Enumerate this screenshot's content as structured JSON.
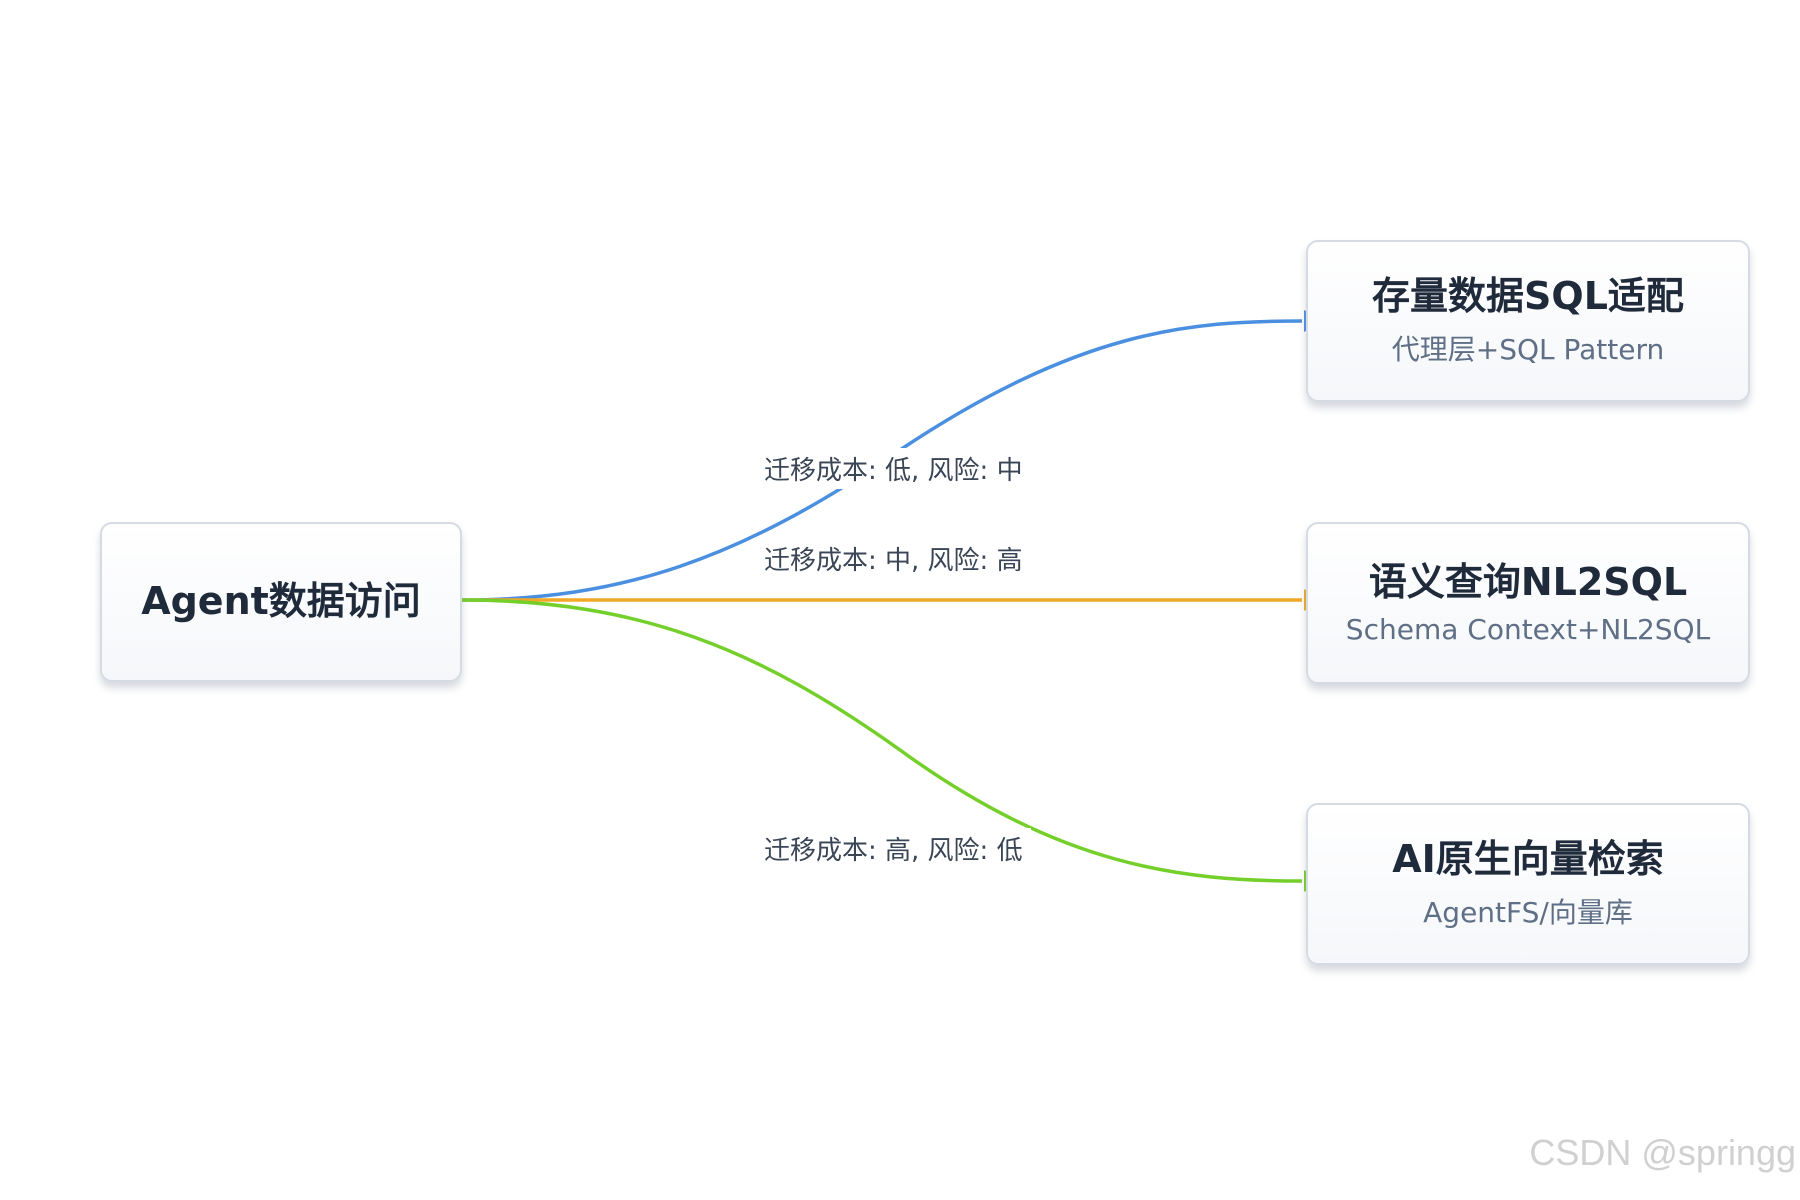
{
  "diagram": {
    "source": {
      "title": "Agent数据访问"
    },
    "targets": [
      {
        "title": "存量数据SQL适配",
        "subtitle": "代理层+SQL Pattern",
        "color": "#4a8fe0"
      },
      {
        "title": "语义查询NL2SQL",
        "subtitle": "Schema Context+NL2SQL",
        "color": "#f2a826"
      },
      {
        "title": "AI原生向量检索",
        "subtitle": "AgentFS/向量库",
        "color": "#74cf2a"
      }
    ],
    "edges": [
      {
        "label": "迁移成本: 低, 风险: 中",
        "color": "#4a8fe0"
      },
      {
        "label": "迁移成本: 中, 风险: 高",
        "color": "#f2a826"
      },
      {
        "label": "迁移成本: 高, 风险: 低",
        "color": "#74cf2a"
      }
    ]
  },
  "watermark": "CSDN @springg"
}
